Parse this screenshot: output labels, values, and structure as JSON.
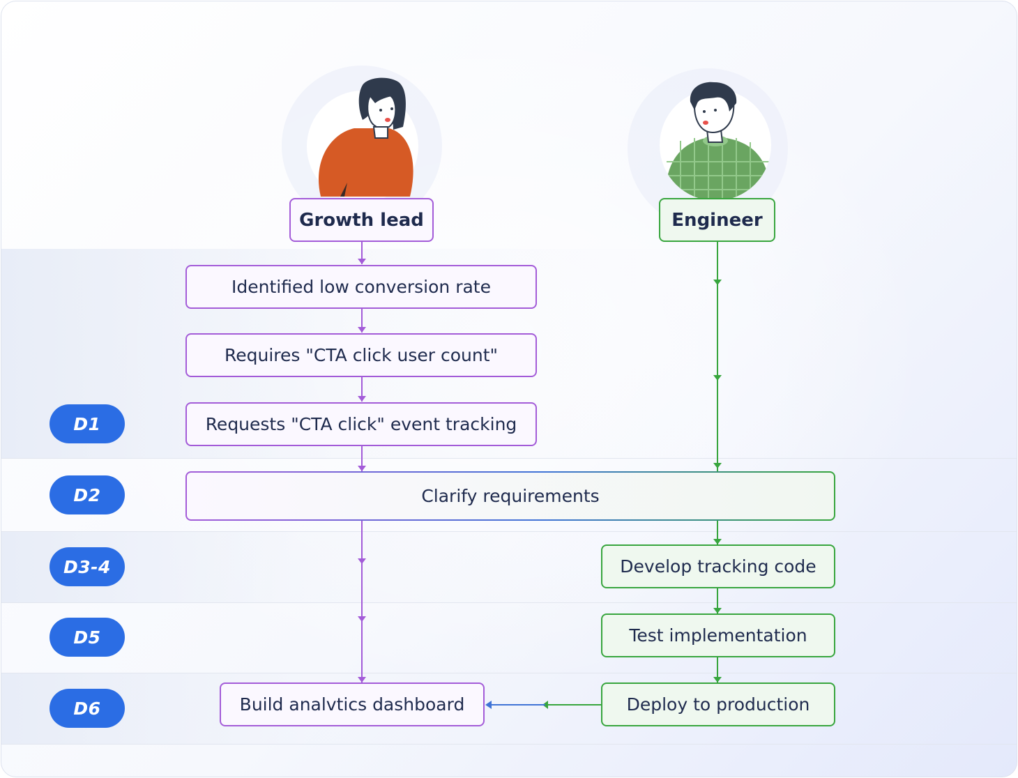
{
  "roles": {
    "growth_lead": "Growth lead",
    "engineer": "Engineer"
  },
  "days": [
    "D1",
    "D2",
    "D3-4",
    "D5",
    "D6"
  ],
  "steps": {
    "identified": "Identified low conversion rate",
    "requires": "Requires \"CTA click user count\"",
    "requests": "Requests \"CTA click\" event tracking",
    "clarify": "Clarify requirements",
    "develop": "Develop tracking code",
    "test": "Test implementation",
    "deploy": "Deploy to production",
    "build": "Build analvtics dashboard"
  },
  "avatars": {
    "growth_lead": "woman-avatar-icon",
    "engineer": "man-avatar-icon"
  },
  "colors": {
    "purple": "#a35bd8",
    "green": "#37a53d",
    "blue_pill": "#2b6de4",
    "blue_arrow": "#3f73d6",
    "text": "#1e2a4d"
  }
}
